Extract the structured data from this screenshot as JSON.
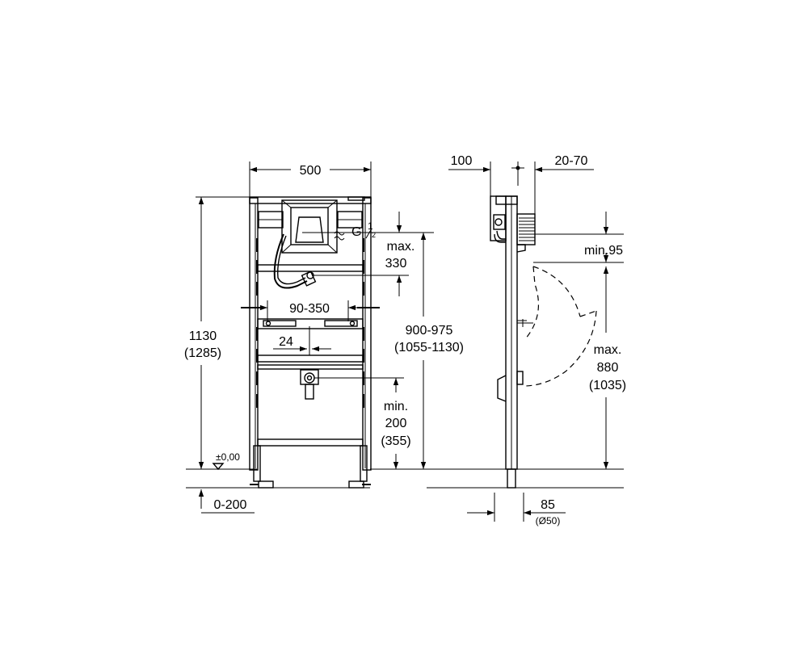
{
  "front": {
    "width": "500",
    "height_main": "1130",
    "height_alt": "(1285)",
    "thread_g": "G",
    "thread_num": "1",
    "thread_den": "2",
    "tilde": "≈",
    "max_label": "max.",
    "max_value": "330",
    "spacing": "90-350",
    "drain_offset": "24",
    "span_main": "900-975",
    "span_alt": "(1055-1130)",
    "min_label": "min.",
    "min_value": "200",
    "min_alt": "(355)",
    "floor_level": "±0,00",
    "foot_adjust": "0-200"
  },
  "side": {
    "depth_front": "100",
    "depth_rear": "20-70",
    "min_label": "min.95",
    "max_label": "max.",
    "max_value": "880",
    "max_alt": "(1035)",
    "pipe_depth": "85",
    "pipe_dia": "(Ø50)"
  }
}
